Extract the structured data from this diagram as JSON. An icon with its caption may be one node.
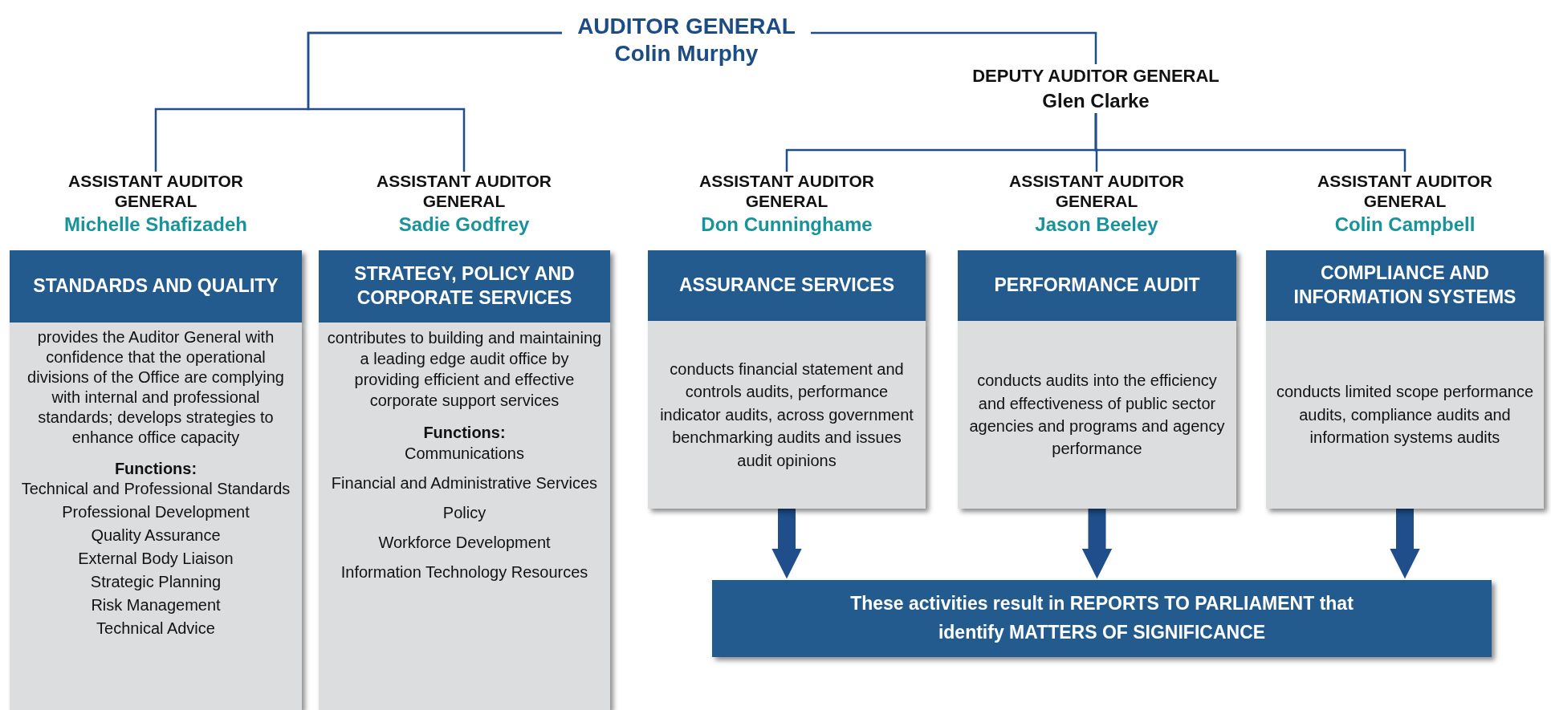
{
  "diagram": {
    "nodes": [
      {
        "text": [
          "AUDITOR GENERAL",
          "Colin Murphy"
        ]
      },
      {
        "text": [
          "DEPUTY AUDITOR GENERAL",
          "Glen Clarke"
        ]
      },
      {
        "text": [
          "ASSISTANT AUDITOR GENERAL",
          "Michelle Shafizadeh"
        ]
      },
      {
        "text": [
          "ASSISTANT AUDITOR GENERAL",
          "Sadie Godfrey"
        ]
      },
      {
        "text": [
          "ASSISTANT AUDITOR GENERAL",
          "Don Cunninghame"
        ]
      },
      {
        "text": [
          "ASSISTANT AUDITOR GENERAL",
          "Jason Beeley"
        ]
      },
      {
        "text": [
          "ASSISTANT AUDITOR GENERAL",
          "Colin Campbell"
        ]
      },
      {
        "text": [
          "STANDARDS AND QUALITY"
        ]
      },
      {
        "text": [
          "STRATEGY, POLICY AND CORPORATE SERVICES"
        ]
      },
      {
        "text": [
          "ASSURANCE SERVICES"
        ]
      },
      {
        "text": [
          "PERFORMANCE AUDIT"
        ]
      },
      {
        "text": [
          "COMPLIANCE AND INFORMATION SYSTEMS"
        ]
      },
      {
        "text": [
          "provides the Auditor General with confidence that the operational divisions of the Office are complying with internal and professional standards; develops strategies to enhance office capacity",
          "Functions:",
          "Technical and Professional Standards",
          "Professional Development",
          "Quality Assurance",
          "External Body Liaison",
          "Strategic Planning",
          "Risk Management",
          "Technical Advice"
        ]
      },
      {
        "text": [
          "contributes to building and maintaining a leading edge audit office by providing efficient and effective corporate support services",
          "Functions:",
          "Communications",
          "Financial and Administrative Services",
          "Policy",
          "Workforce Development",
          "Information Technology Resources"
        ]
      },
      {
        "text": [
          "conducts financial statement and controls audits, performance indicator audits, across government benchmarking audits and issues audit opinions"
        ]
      },
      {
        "text": [
          "conducts audits into the efficiency and effectiveness of public sector agencies and programs and agency performance"
        ]
      },
      {
        "text": [
          "conducts limited scope performance audits, compliance audits and information systems audits"
        ]
      },
      {
        "text": [
          "These activities result in REPORTS TO PARLIAMENT that identify MATTERS OF SIGNIFICANCE"
        ]
      }
    ],
    "edges": [
      {
        "from": 0,
        "to": 1,
        "arrow": "none"
      },
      {
        "from": 0,
        "to": 2,
        "arrow": "none"
      },
      {
        "from": 0,
        "to": 3,
        "arrow": "none"
      },
      {
        "from": 1,
        "to": 4,
        "arrow": "none"
      },
      {
        "from": 1,
        "to": 5,
        "arrow": "none"
      },
      {
        "from": 1,
        "to": 6,
        "arrow": "none"
      },
      {
        "from": 14,
        "to": 17,
        "arrow": "to",
        "style": "thick"
      },
      {
        "from": 15,
        "to": 17,
        "arrow": "to",
        "style": "thick"
      },
      {
        "from": 16,
        "to": 17,
        "arrow": "to",
        "style": "thick"
      }
    ]
  }
}
